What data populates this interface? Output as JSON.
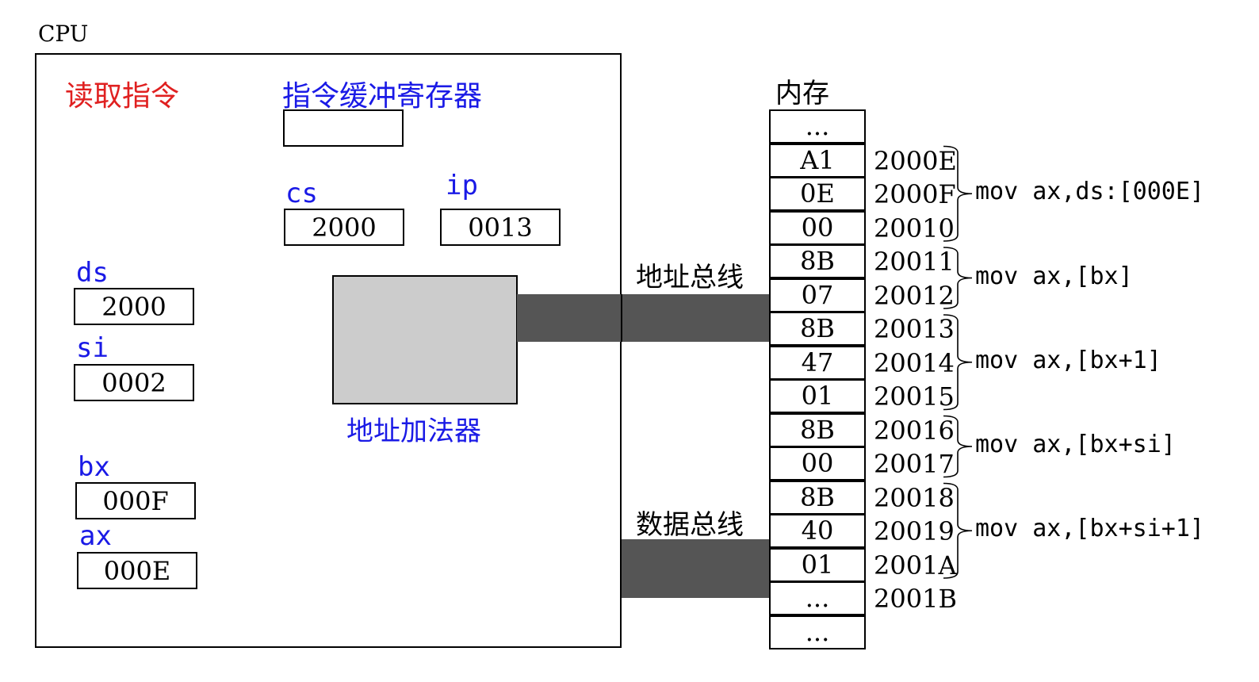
{
  "cpu": {
    "label": "CPU",
    "status": "读取指令",
    "instruction_buffer": {
      "label": "指令缓冲寄存器",
      "value": ""
    },
    "registers": {
      "cs": {
        "name": "cs",
        "value": "2000"
      },
      "ip": {
        "name": "ip",
        "value": "0013"
      },
      "ds": {
        "name": "ds",
        "value": "2000"
      },
      "si": {
        "name": "si",
        "value": "0002"
      },
      "bx": {
        "name": "bx",
        "value": "000F"
      },
      "ax": {
        "name": "ax",
        "value": "000E"
      }
    },
    "adder_label": "地址加法器"
  },
  "buses": {
    "address": "地址总线",
    "data": "数据总线"
  },
  "memory": {
    "title": "内存",
    "cells": [
      {
        "value": "...",
        "address": ""
      },
      {
        "value": "A1",
        "address": "2000E"
      },
      {
        "value": "0E",
        "address": "2000F"
      },
      {
        "value": "00",
        "address": "20010"
      },
      {
        "value": "8B",
        "address": "20011"
      },
      {
        "value": "07",
        "address": "20012"
      },
      {
        "value": "8B",
        "address": "20013"
      },
      {
        "value": "47",
        "address": "20014"
      },
      {
        "value": "01",
        "address": "20015"
      },
      {
        "value": "8B",
        "address": "20016"
      },
      {
        "value": "00",
        "address": "20017"
      },
      {
        "value": "8B",
        "address": "20018"
      },
      {
        "value": "40",
        "address": "20019"
      },
      {
        "value": "01",
        "address": "2001A"
      },
      {
        "value": "...",
        "address": "2001B"
      },
      {
        "value": "...",
        "address": ""
      }
    ],
    "instructions": [
      {
        "text": "mov ax,ds:[000E]",
        "first": 1,
        "last": 3
      },
      {
        "text": "mov ax,[bx]",
        "first": 4,
        "last": 5
      },
      {
        "text": "mov ax,[bx+1]",
        "first": 6,
        "last": 8
      },
      {
        "text": "mov ax,[bx+si]",
        "first": 9,
        "last": 10
      },
      {
        "text": "mov ax,[bx+si+1]",
        "first": 11,
        "last": 13
      }
    ]
  }
}
